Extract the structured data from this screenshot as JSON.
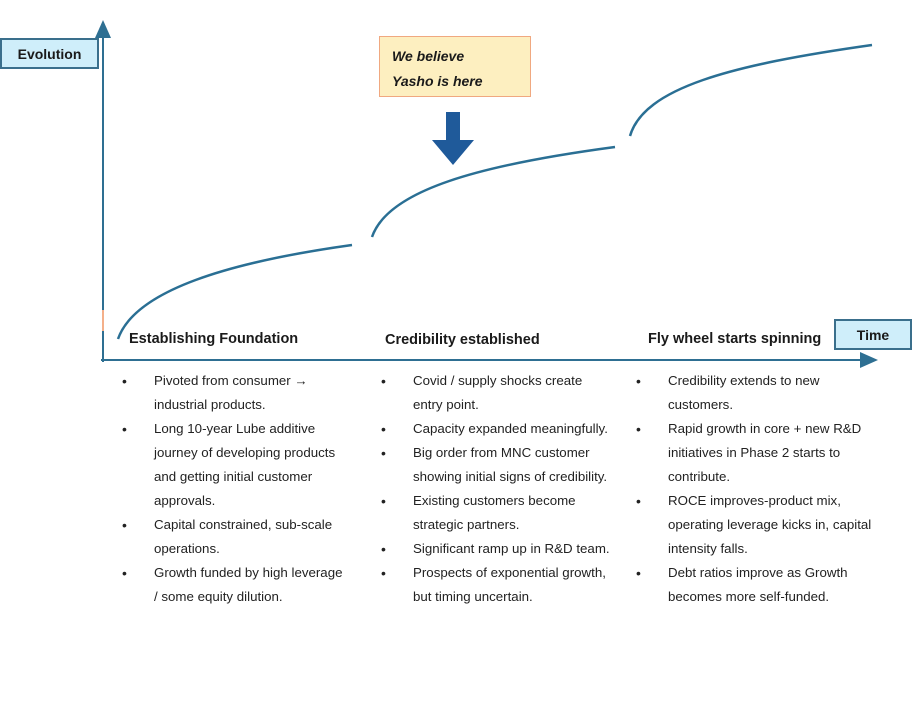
{
  "axes": {
    "y_label": "Evolution",
    "x_label": "Time"
  },
  "callout": {
    "line1": "We believe",
    "line2": "Yasho is here",
    "pointer": "down-arrow-icon"
  },
  "phases": [
    {
      "title": "Establishing Foundation",
      "bullets": [
        "Pivoted from consumer → industrial products.",
        "Long 10-year Lube additive journey of developing products and getting initial customer approvals.",
        "Capital constrained, sub-scale operations.",
        "Growth funded by high leverage / some equity dilution."
      ]
    },
    {
      "title": "Credibility established",
      "bullets": [
        "Covid / supply shocks create entry point.",
        "Capacity expanded meaningfully.",
        "Big order from MNC customer showing initial signs of credibility.",
        "Existing customers become strategic partners.",
        "Significant ramp up in R&D team.",
        "Prospects of exponential growth, but timing uncertain."
      ]
    },
    {
      "title": "Fly wheel starts spinning",
      "bullets": [
        "Credibility extends to new customers.",
        "Rapid growth in core + new R&D initiatives in Phase 2 starts to contribute.",
        "ROCE improves-product mix, operating leverage kicks in, capital intensity falls.",
        "Debt ratios improve as Growth becomes more self-funded."
      ]
    }
  ],
  "current_phase_index": 1,
  "colors": {
    "axis": "#2e6f92",
    "curve": "#2a6f94",
    "arrow": "#1f5a9a",
    "label_box_fill": "#cfeefa",
    "callout_fill": "#fdefc0",
    "callout_border": "#f0a880"
  }
}
